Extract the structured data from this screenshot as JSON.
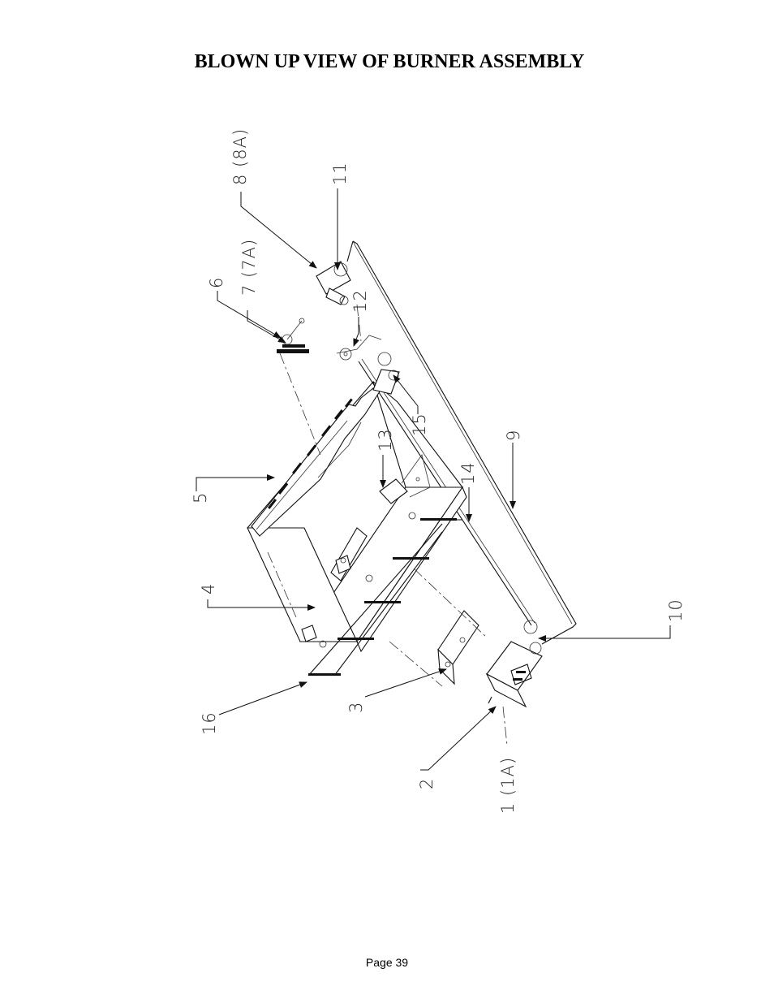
{
  "title": "BLOWN UP VIEW OF BURNER ASSEMBLY",
  "page_number": "Page 39",
  "callouts": {
    "c1": "1 (1A)",
    "c2": "2",
    "c3": "3",
    "c4": "4",
    "c5": "5",
    "c6": "6",
    "c7": "7 (7A)",
    "c8": "8 (8A)",
    "c9": "9",
    "c10": "10",
    "c11": "11",
    "c12": "12",
    "c13": "13",
    "c14": "14",
    "c15": "15",
    "c16": "16"
  }
}
